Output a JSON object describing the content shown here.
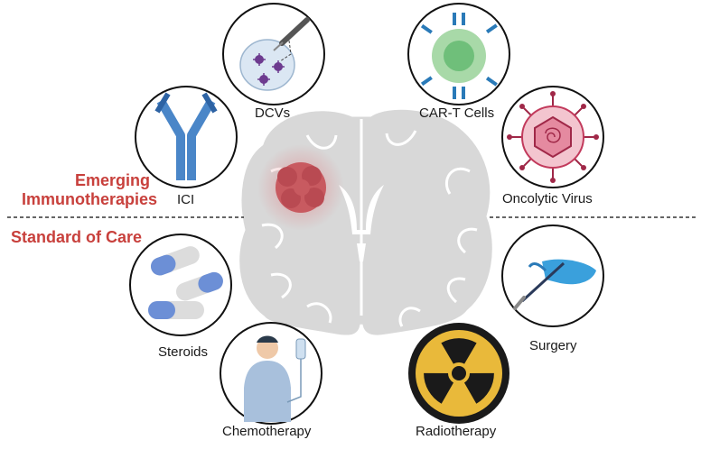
{
  "section_labels": {
    "emerging_line1": "Emerging",
    "emerging_line2": "Immunotherapies",
    "standard": "Standard of Care"
  },
  "therapies": {
    "dcvs": "DCVs",
    "car_t": "CAR-T Cells",
    "ici": "ICI",
    "oncolytic_virus": "Oncolytic Virus",
    "steroids": "Steroids",
    "surgery": "Surgery",
    "chemotherapy": "Chemotherapy",
    "radiotherapy": "Radiotherapy"
  },
  "colors": {
    "heading": "#c8403c",
    "brain": "#d6d6d6",
    "tumor": "#c85a60",
    "icon_blue": "#4a86c8",
    "virus_red": "#c23a5c",
    "radiation_yellow": "#e9b93a"
  }
}
